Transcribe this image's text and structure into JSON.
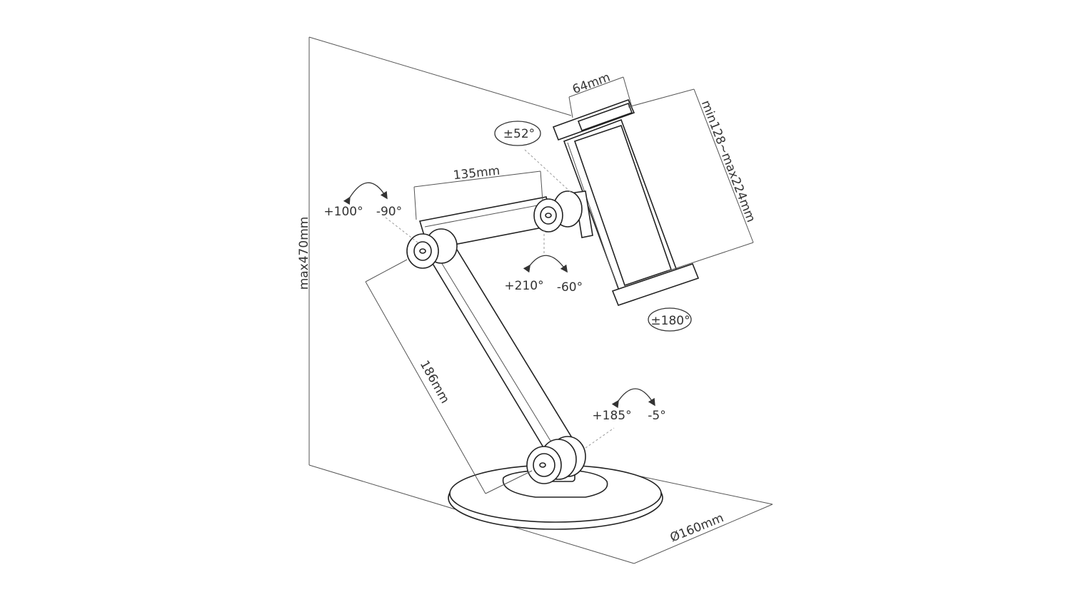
{
  "diagram": {
    "dimensions": {
      "max_height": "max470mm",
      "clamp_depth": "64mm",
      "clamp_range": "min128~max224mm",
      "upper_arm": "135mm",
      "lower_arm": "186mm",
      "base_diameter": "Ø160mm"
    },
    "angles": {
      "tilt": "±52°",
      "elbow_plus": "+100°",
      "elbow_minus": "-90°",
      "head_plus": "+210°",
      "head_minus": "-60°",
      "rotation": "±180°",
      "base_plus": "+185°",
      "base_minus": "-5°"
    }
  }
}
